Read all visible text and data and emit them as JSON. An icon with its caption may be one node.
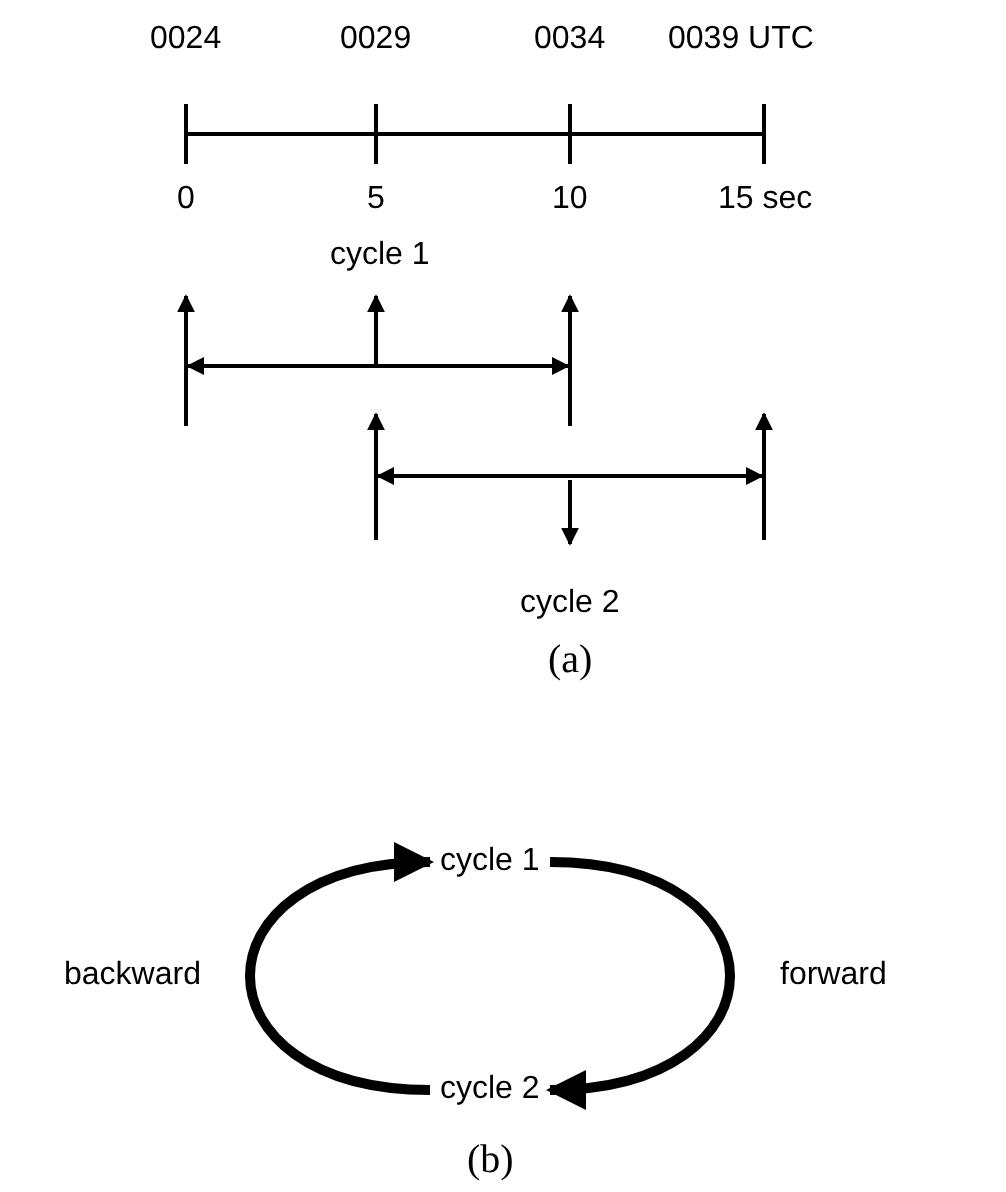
{
  "diagram": {
    "nodes": [
      {
        "text": [
          "cycle 1"
        ]
      },
      {
        "text": [
          "cycle 2"
        ]
      }
    ],
    "edges": [
      {
        "from": 0,
        "to": 1,
        "arrow": "to",
        "label": "forward"
      },
      {
        "from": 1,
        "to": 0,
        "arrow": "to",
        "label": "backward"
      }
    ],
    "labels": [
      "0024",
      "0029",
      "0034",
      "0039 UTC",
      "0",
      "5",
      "10",
      "15 sec",
      "cycle 1",
      "cycle 2",
      "(a)",
      "(b)"
    ]
  }
}
